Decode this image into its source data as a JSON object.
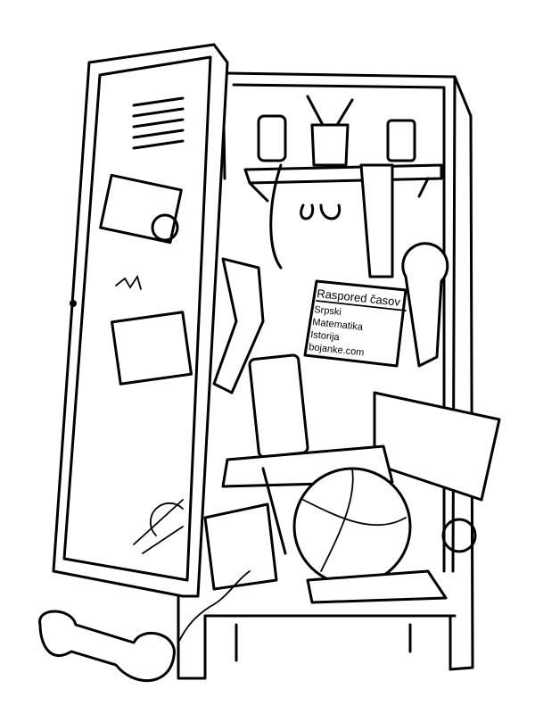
{
  "note": {
    "title": "Raspored časov",
    "lines": [
      "Srpski",
      "Matematika",
      "Istorija",
      "bojanke.com"
    ]
  },
  "colors": {
    "ink": "#000000",
    "paper": "#ffffff"
  }
}
